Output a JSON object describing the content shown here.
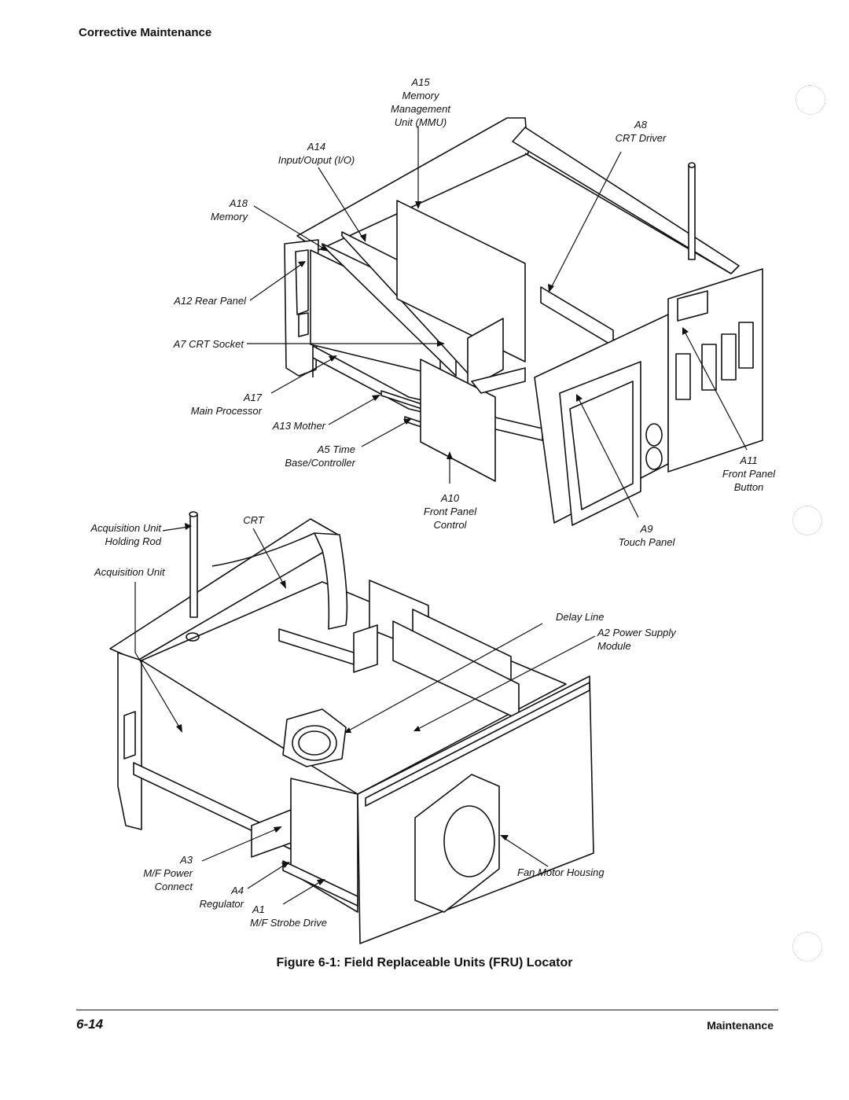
{
  "header": {
    "title": "Corrective Maintenance"
  },
  "labels": {
    "a15": [
      "A15",
      "Memory",
      "Management",
      "Unit (MMU)"
    ],
    "a14": [
      "A14",
      "Input/Ouput (I/O)"
    ],
    "a8": [
      "A8",
      "CRT Driver"
    ],
    "a18": [
      "A18",
      "Memory"
    ],
    "a12": "A12 Rear Panel",
    "a7": "A7 CRT Socket",
    "a17": [
      "A17",
      "Main Processor"
    ],
    "a13": "A13 Mother",
    "a5": [
      "A5 Time",
      "Base/Controller"
    ],
    "a10": [
      "A10",
      "Front Panel",
      "Control"
    ],
    "a11": [
      "A11",
      "Front Panel",
      "Button"
    ],
    "a9": [
      "A9",
      "Touch Panel"
    ],
    "acq_rod": [
      "Acquisition Unit",
      "Holding Rod"
    ],
    "crt": "CRT",
    "acq_unit": "Acquisition Unit",
    "delay_line": "Delay Line",
    "a2": [
      "A2 Power Supply",
      "Module"
    ],
    "a3": [
      "A3",
      "M/F Power",
      "Connect"
    ],
    "a4": [
      "A4",
      "Regulator"
    ],
    "a1": [
      "A1",
      "M/F Strobe Drive"
    ],
    "fan": "Fan Motor Housing"
  },
  "caption": "Figure 6-1:  Field Replaceable Units (FRU) Locator",
  "footer": {
    "page_number": "6-14",
    "section": "Maintenance"
  }
}
